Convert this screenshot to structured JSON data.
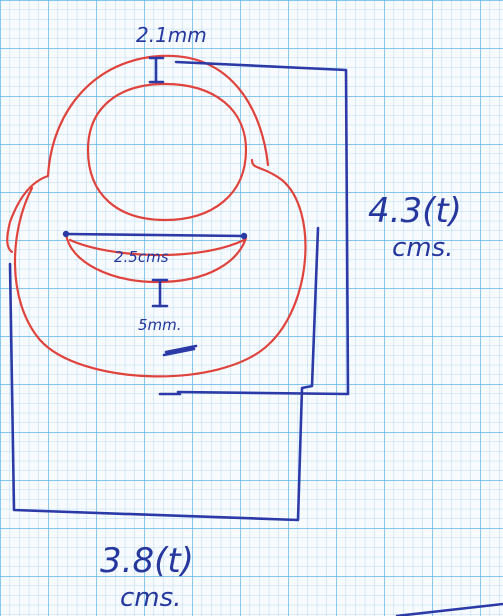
{
  "colors": {
    "paper": "#f7fbff",
    "grid_minor": "#9fd0ee",
    "grid_major": "#5fb2e6",
    "ink_blue": "#2b3aa6",
    "ink_red": "#e0433c"
  },
  "annotations": {
    "top_thickness": "2.1mm",
    "inner_width": "2.5cms",
    "bottom_thickness": "5mm.",
    "height_value": "4.3(t)",
    "height_unit": "cms.",
    "width_value": "3.8(t)",
    "width_unit": "cms."
  }
}
